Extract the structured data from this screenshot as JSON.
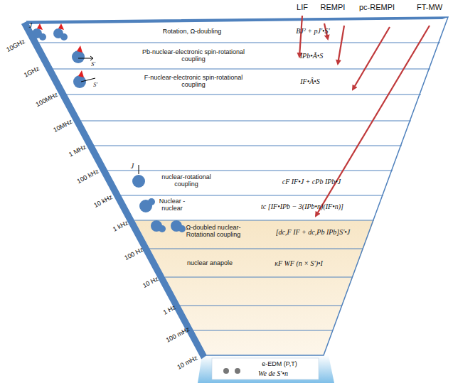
{
  "diagram": {
    "labels": [
      "LIF",
      "REMPI",
      "pc-REMPI",
      "FT-MW",
      "J",
      "Rotation, Ω-doubling",
      "BJ² + pJ'•S'",
      "Pb-nuclear-electronic spin-rotational coupling",
      "IPb•Â•S",
      "S'",
      "F-nuclear-electronic spin-rotational coupling",
      "IF•Â•S",
      "S'",
      "J",
      "nuclear-rotational coupling",
      "cF IF•J + cPb IPb•J",
      "Nuclear -nuclear",
      "tc [IF•IPb − 3(IPb•n)(IF•n)]",
      "Ω-doubled nuclear-Rotational coupling",
      "[dc,F IF + dc,Pb IPb]S'•J",
      "nuclear anapole",
      "κF WF (n × S')•I",
      "e-EDM (P,T)",
      "We de S'•n",
      "10GHz",
      "1GHz",
      "100MHz",
      "10MHz",
      "1 MHz",
      "100 kHz",
      "10 kHz",
      "1 kHz",
      "100 Hz",
      "10 Hz",
      "1 Hz",
      "100 mHz",
      "10 mHz"
    ]
  }
}
